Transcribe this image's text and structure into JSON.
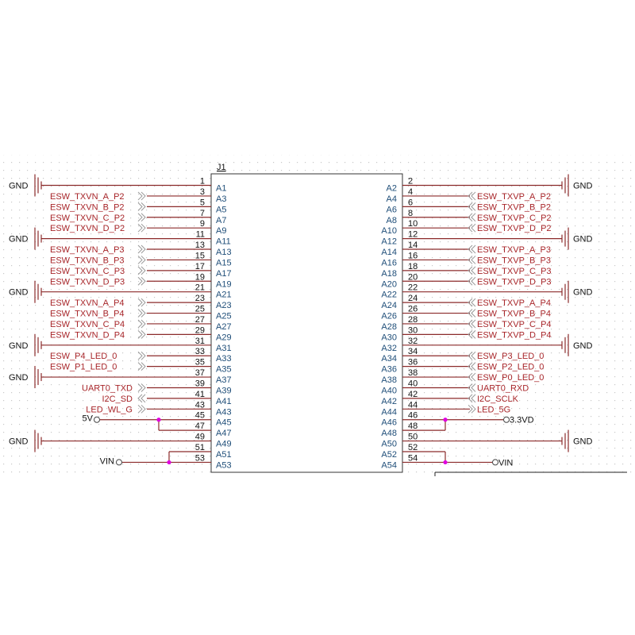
{
  "designator": "J1",
  "colors": {
    "wire": "#8b2a2a",
    "net_label": "#a8262a",
    "pin_name": "#1e4d78",
    "junction": "#e000e0",
    "body": "#333333"
  },
  "left_rows": [
    {
      "pin": "1",
      "name": "A1",
      "net": "GND",
      "kind": "gnd"
    },
    {
      "pin": "3",
      "name": "A3",
      "net": "ESW_TXVN_A_P2",
      "kind": "port"
    },
    {
      "pin": "5",
      "name": "A5",
      "net": "ESW_TXVN_B_P2",
      "kind": "port"
    },
    {
      "pin": "7",
      "name": "A7",
      "net": "ESW_TXVN_C_P2",
      "kind": "port"
    },
    {
      "pin": "9",
      "name": "A9",
      "net": "ESW_TXVN_D_P2",
      "kind": "port"
    },
    {
      "pin": "11",
      "name": "A11",
      "net": "GND",
      "kind": "gnd"
    },
    {
      "pin": "13",
      "name": "A13",
      "net": "ESW_TXVN_A_P3",
      "kind": "port"
    },
    {
      "pin": "15",
      "name": "A15",
      "net": "ESW_TXVN_B_P3",
      "kind": "port"
    },
    {
      "pin": "17",
      "name": "A17",
      "net": "ESW_TXVN_C_P3",
      "kind": "port"
    },
    {
      "pin": "19",
      "name": "A19",
      "net": "ESW_TXVN_D_P3",
      "kind": "port"
    },
    {
      "pin": "21",
      "name": "A21",
      "net": "GND",
      "kind": "gnd"
    },
    {
      "pin": "23",
      "name": "A23",
      "net": "ESW_TXVN_A_P4",
      "kind": "port"
    },
    {
      "pin": "25",
      "name": "A25",
      "net": "ESW_TXVN_B_P4",
      "kind": "port"
    },
    {
      "pin": "27",
      "name": "A27",
      "net": "ESW_TXVN_C_P4",
      "kind": "port"
    },
    {
      "pin": "29",
      "name": "A29",
      "net": "ESW_TXVN_D_P4",
      "kind": "port"
    },
    {
      "pin": "31",
      "name": "A31",
      "net": "GND",
      "kind": "gnd"
    },
    {
      "pin": "33",
      "name": "A33",
      "net": "ESW_P4_LED_0",
      "kind": "port"
    },
    {
      "pin": "35",
      "name": "A35",
      "net": "ESW_P1_LED_0",
      "kind": "port"
    },
    {
      "pin": "37",
      "name": "A37",
      "net": "GND",
      "kind": "gnd"
    },
    {
      "pin": "39",
      "name": "A39",
      "net": "UART0_TXD",
      "kind": "port-r"
    },
    {
      "pin": "41",
      "name": "A41",
      "net": "I2C_SD",
      "kind": "port-bi"
    },
    {
      "pin": "43",
      "name": "A43",
      "net": "LED_WL_G",
      "kind": "port-r"
    },
    {
      "pin": "45",
      "name": "A45",
      "net": "5V",
      "kind": "power"
    },
    {
      "pin": "47",
      "name": "A47",
      "net": "",
      "kind": "tie-down"
    },
    {
      "pin": "49",
      "name": "A49",
      "net": "GND",
      "kind": "gnd"
    },
    {
      "pin": "51",
      "name": "A51",
      "net": "",
      "kind": "tie-up"
    },
    {
      "pin": "53",
      "name": "A53",
      "net": "VIN",
      "kind": "power-vin"
    }
  ],
  "right_rows": [
    {
      "pin": "2",
      "name": "A2",
      "net": "GND",
      "kind": "gnd"
    },
    {
      "pin": "4",
      "name": "A4",
      "net": "ESW_TXVP_A_P2",
      "kind": "port"
    },
    {
      "pin": "6",
      "name": "A6",
      "net": "ESW_TXVP_B_P2",
      "kind": "port"
    },
    {
      "pin": "8",
      "name": "A8",
      "net": "ESW_TXVP_C_P2",
      "kind": "port"
    },
    {
      "pin": "10",
      "name": "A10",
      "net": "ESW_TXVP_D_P2",
      "kind": "port"
    },
    {
      "pin": "12",
      "name": "A12",
      "net": "GND",
      "kind": "gnd"
    },
    {
      "pin": "14",
      "name": "A14",
      "net": "ESW_TXVP_A_P3",
      "kind": "port"
    },
    {
      "pin": "16",
      "name": "A16",
      "net": "ESW_TXVP_B_P3",
      "kind": "port"
    },
    {
      "pin": "18",
      "name": "A18",
      "net": "ESW_TXVP_C_P3",
      "kind": "port"
    },
    {
      "pin": "20",
      "name": "A20",
      "net": "ESW_TXVP_D_P3",
      "kind": "port"
    },
    {
      "pin": "22",
      "name": "A22",
      "net": "GND",
      "kind": "gnd"
    },
    {
      "pin": "24",
      "name": "A24",
      "net": "ESW_TXVP_A_P4",
      "kind": "port"
    },
    {
      "pin": "26",
      "name": "A26",
      "net": "ESW_TXVP_B_P4",
      "kind": "port"
    },
    {
      "pin": "28",
      "name": "A28",
      "net": "ESW_TXVP_C_P4",
      "kind": "port"
    },
    {
      "pin": "30",
      "name": "A30",
      "net": "ESW_TXVP_D_P4",
      "kind": "port"
    },
    {
      "pin": "32",
      "name": "A32",
      "net": "GND",
      "kind": "gnd"
    },
    {
      "pin": "34",
      "name": "A34",
      "net": "ESW_P3_LED_0",
      "kind": "port"
    },
    {
      "pin": "36",
      "name": "A36",
      "net": "ESW_P2_LED_0",
      "kind": "port"
    },
    {
      "pin": "38",
      "name": "A38",
      "net": "ESW_P0_LED_0",
      "kind": "port"
    },
    {
      "pin": "40",
      "name": "A40",
      "net": "UART0_RXD",
      "kind": "port"
    },
    {
      "pin": "42",
      "name": "A42",
      "net": "I2C_SCLK",
      "kind": "port-bi"
    },
    {
      "pin": "44",
      "name": "A44",
      "net": "LED_5G",
      "kind": "port-r"
    },
    {
      "pin": "46",
      "name": "A46",
      "net": "3.3VD",
      "kind": "power"
    },
    {
      "pin": "48",
      "name": "A48",
      "net": "",
      "kind": "tie-down"
    },
    {
      "pin": "50",
      "name": "A50",
      "net": "GND",
      "kind": "gnd"
    },
    {
      "pin": "52",
      "name": "A52",
      "net": "",
      "kind": "tie-up"
    },
    {
      "pin": "54",
      "name": "A54",
      "net": "VIN",
      "kind": "power-vin"
    }
  ]
}
